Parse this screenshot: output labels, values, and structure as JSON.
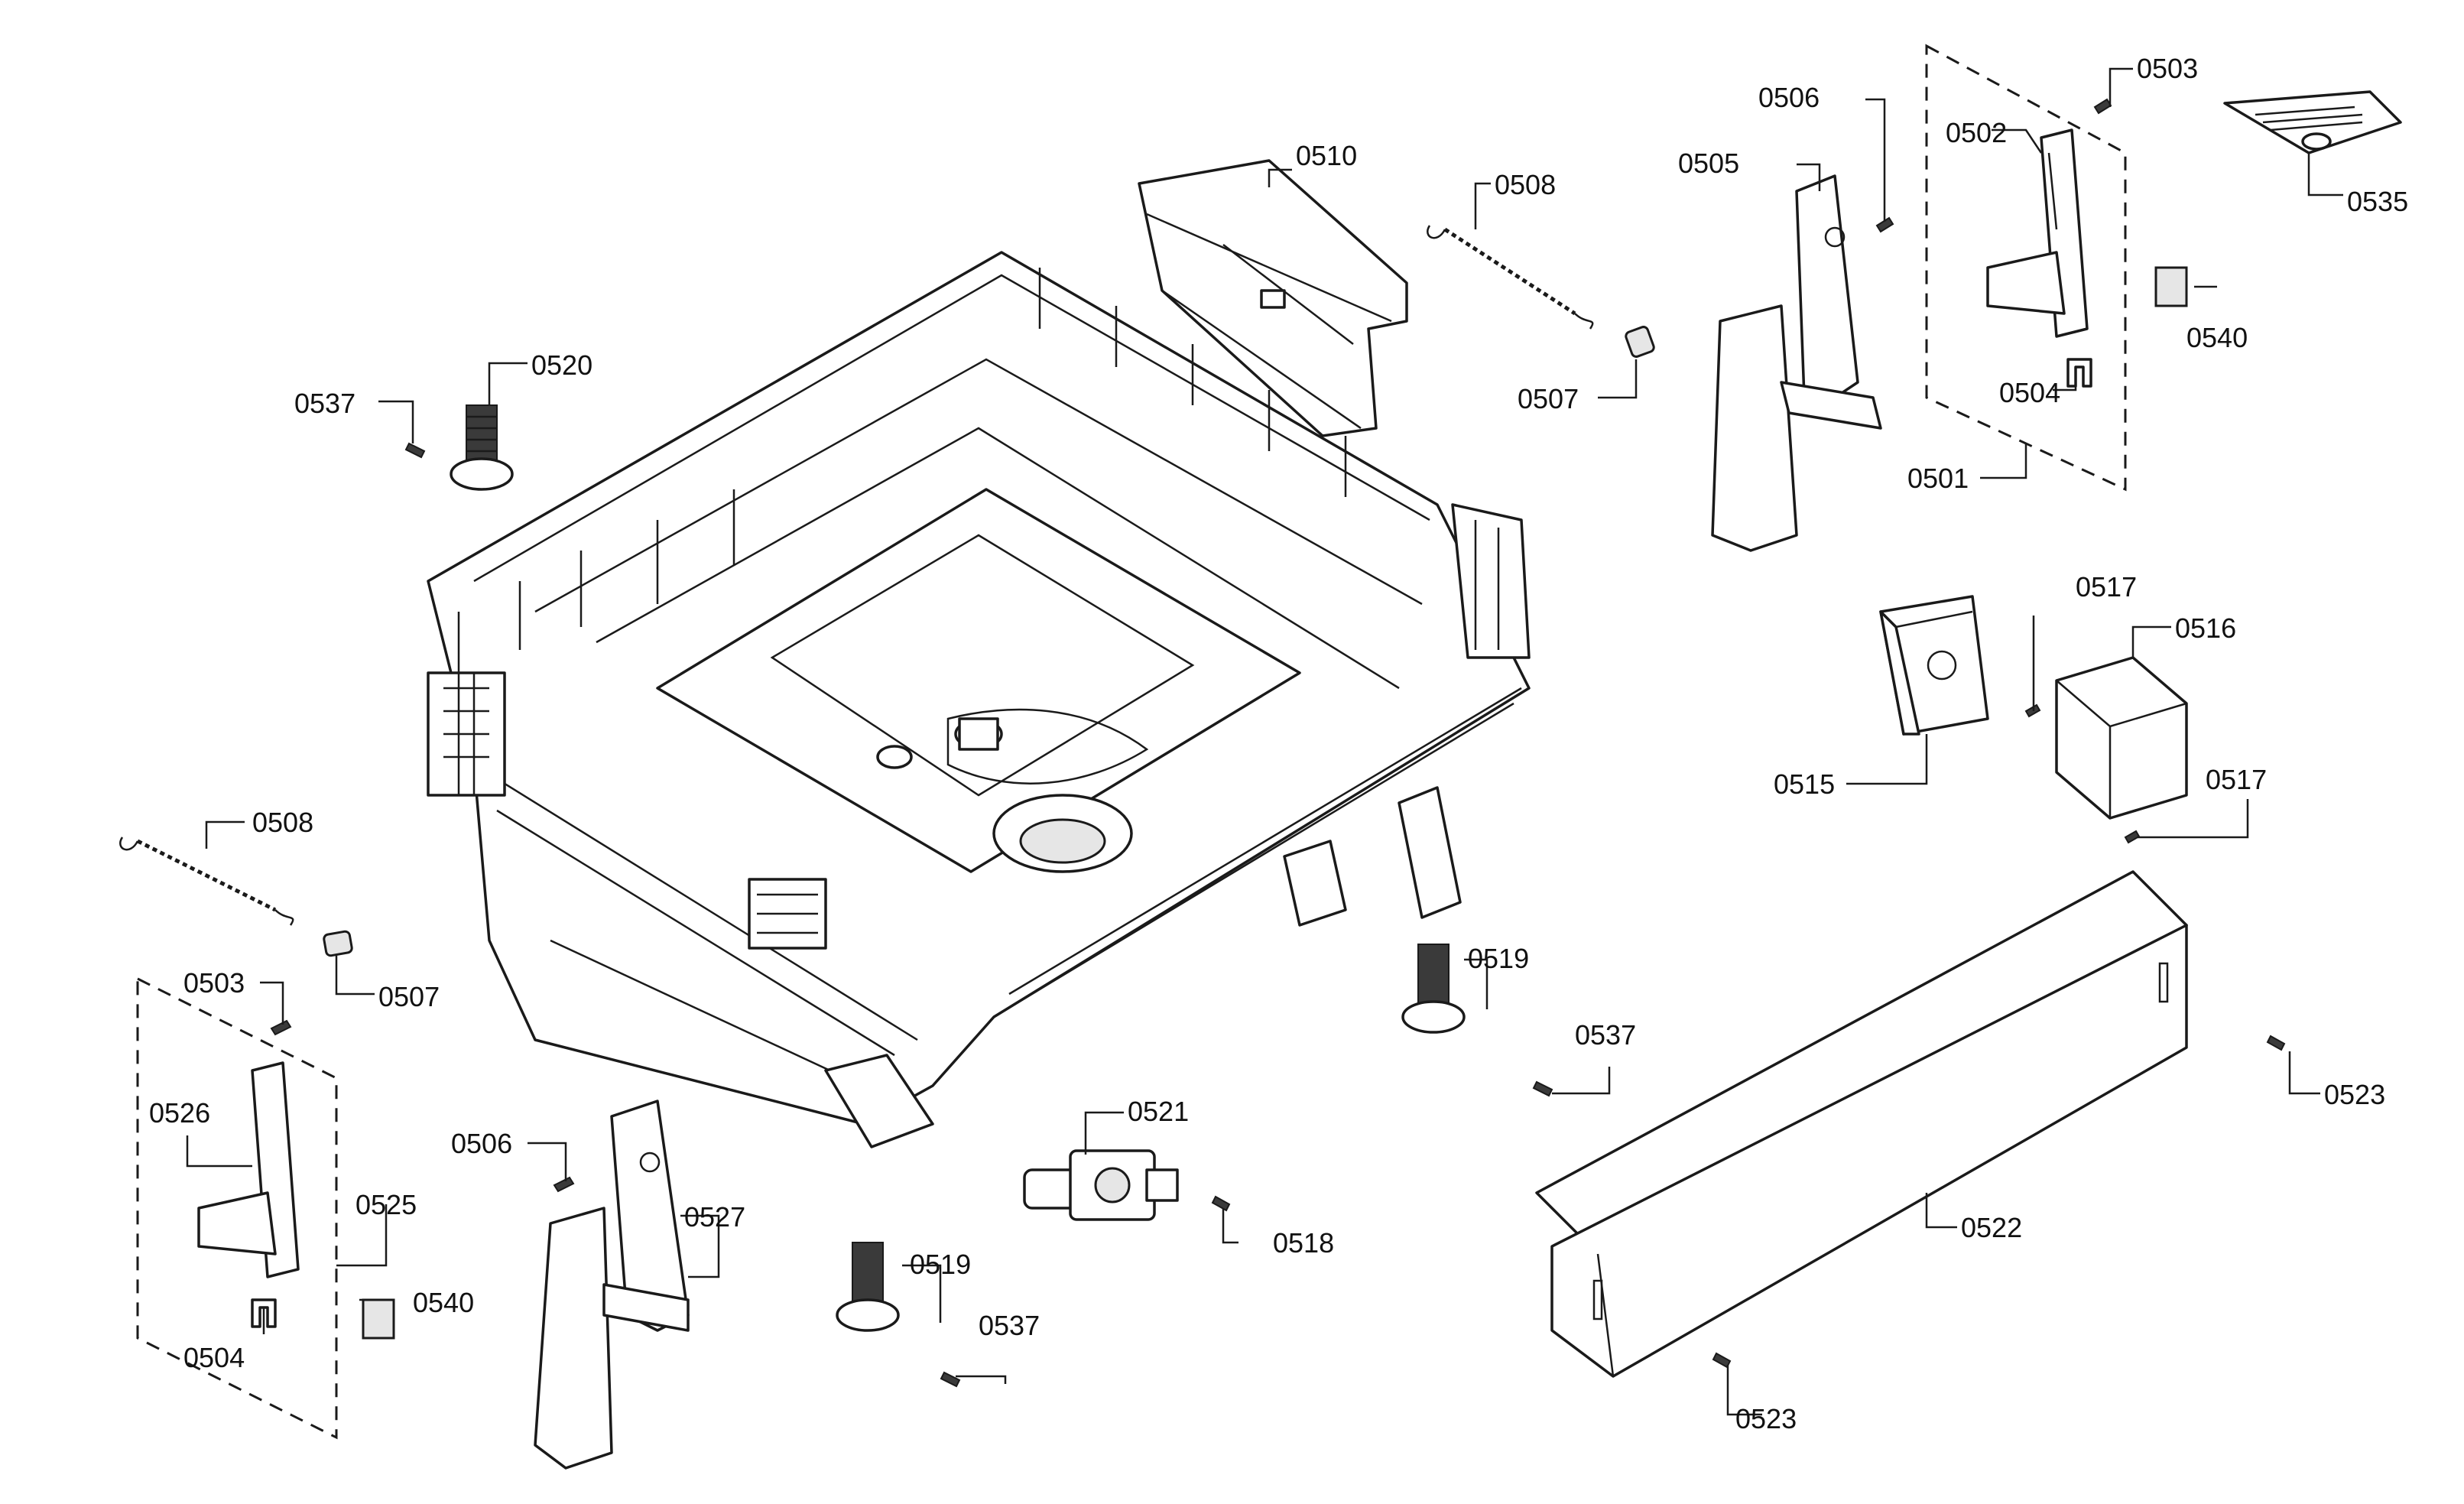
{
  "labels": {
    "p0510": "0510",
    "p0508_top": "0508",
    "p0506_top": "0506",
    "p0503_top": "0503",
    "p0502": "0502",
    "p0505": "0505",
    "p0535": "0535",
    "p0540_top": "0540",
    "p0504_top": "0504",
    "p0501": "0501",
    "p0507_top": "0507",
    "p0537_top": "0537",
    "p0520": "0520",
    "p0517_a": "0517",
    "p0516": "0516",
    "p0515": "0515",
    "p0517_b": "0517",
    "p0508_left": "0508",
    "p0503_left": "0503",
    "p0507_left": "0507",
    "p0519_mid": "0519",
    "p0537_mid": "0537",
    "p0523_right": "0523",
    "p0526": "0526",
    "p0506_left": "0506",
    "p0521": "0521",
    "p0525": "0525",
    "p0527": "0527",
    "p0518": "0518",
    "p0522": "0522",
    "p0540_left": "0540",
    "p0519_bot": "0519",
    "p0504_left": "0504",
    "p0537_bot": "0537",
    "p0523_bot": "0523"
  }
}
